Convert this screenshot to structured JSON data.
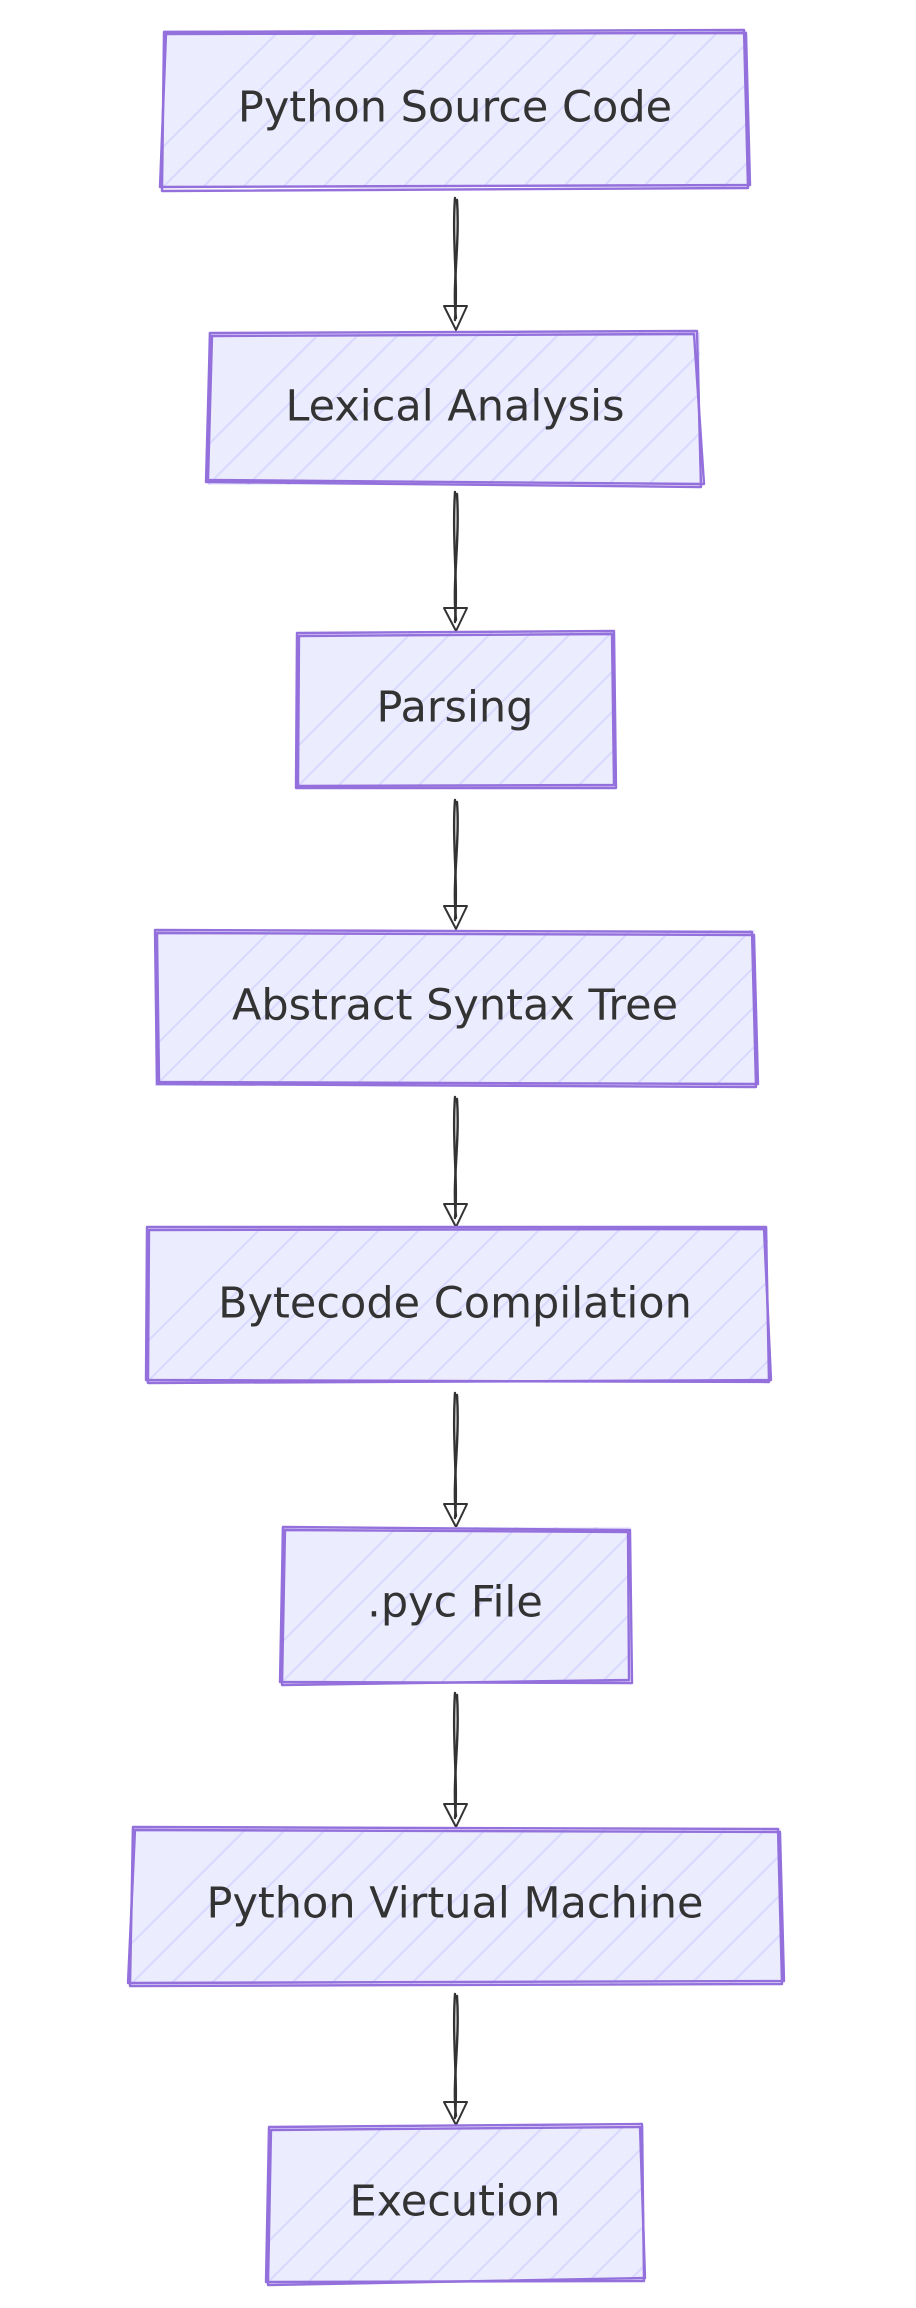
{
  "diagram": {
    "type": "flowchart",
    "direction": "top-to-bottom",
    "style": "hand-drawn",
    "colors": {
      "node_fill": "#ECECFF",
      "node_border": "#9370DB",
      "hatch": "#d9d8ff",
      "text": "#333333",
      "edge": "#333333",
      "background": "#FFFFFF"
    },
    "nodes": [
      {
        "id": "n1",
        "label": "Python Source Code"
      },
      {
        "id": "n2",
        "label": "Lexical Analysis"
      },
      {
        "id": "n3",
        "label": "Parsing"
      },
      {
        "id": "n4",
        "label": "Abstract Syntax Tree"
      },
      {
        "id": "n5",
        "label": "Bytecode Compilation"
      },
      {
        "id": "n6",
        "label": ".pyc File"
      },
      {
        "id": "n7",
        "label": "Python Virtual Machine"
      },
      {
        "id": "n8",
        "label": "Execution"
      }
    ],
    "edges": [
      {
        "from": "n1",
        "to": "n2"
      },
      {
        "from": "n2",
        "to": "n3"
      },
      {
        "from": "n3",
        "to": "n4"
      },
      {
        "from": "n4",
        "to": "n5"
      },
      {
        "from": "n5",
        "to": "n6"
      },
      {
        "from": "n6",
        "to": "n7"
      },
      {
        "from": "n7",
        "to": "n8"
      }
    ]
  }
}
